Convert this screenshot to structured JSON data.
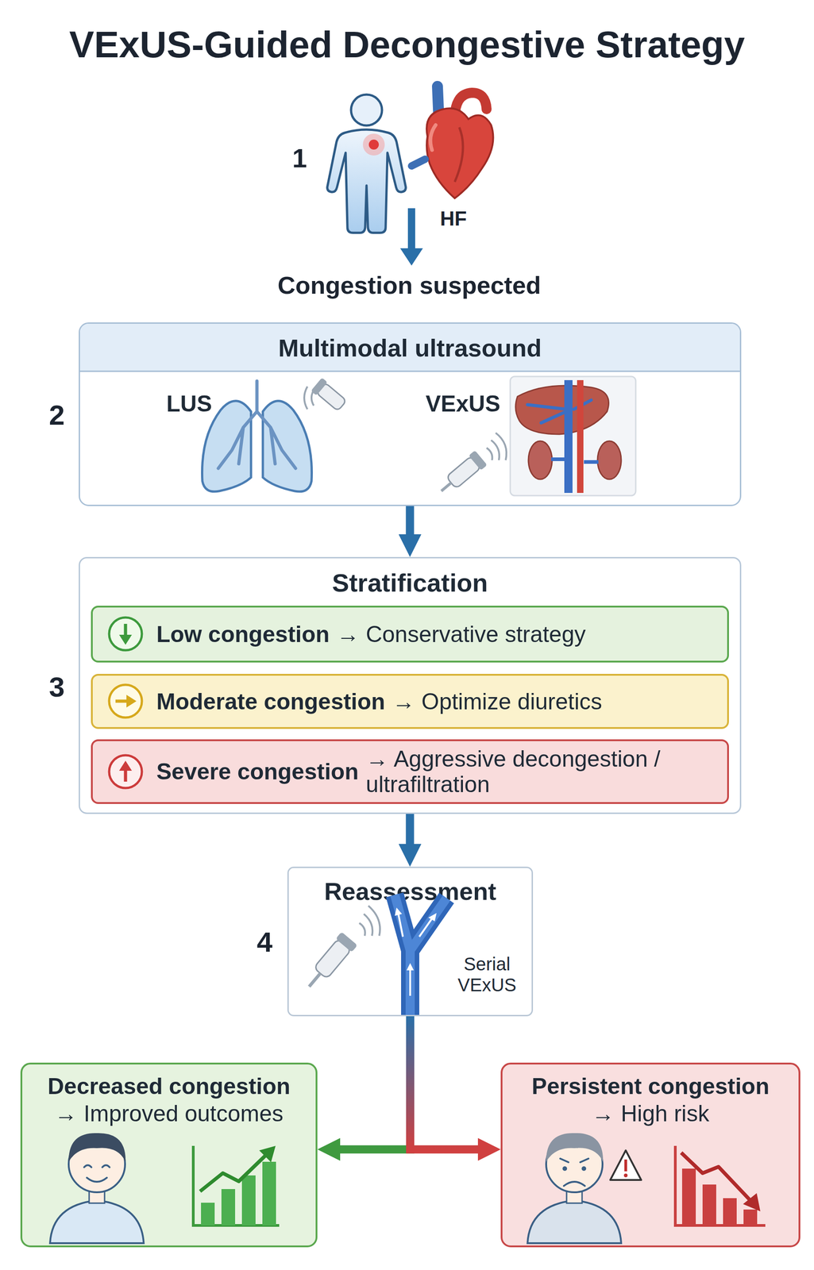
{
  "diagram": {
    "title": "VExUS-Guided Decongestive Strategy",
    "nodes": [
      {
        "text": [
          "Multimodal ultrasound",
          "LUS",
          "VExUS"
        ]
      },
      {
        "text": [
          "Stratification"
        ]
      },
      {
        "text": [
          "Low congestion",
          "→ Conservative strategy"
        ],
        "in": 1
      },
      {
        "text": [
          "Moderate congestion",
          "→ Optimize diuretics"
        ],
        "in": 1
      },
      {
        "text": [
          "Severe congestion",
          "→ Aggressive decongestion / ultrafiltration"
        ],
        "in": 1
      },
      {
        "text": [
          "Reassessment",
          "Serial VExUS"
        ]
      },
      {
        "text": [
          "Decreased congestion",
          "→ Improved outcomes"
        ]
      },
      {
        "text": [
          "Persistent congestion",
          "→ High risk"
        ]
      }
    ],
    "edges": [
      {
        "from": 0,
        "to": 1,
        "arrow": "to"
      },
      {
        "from": 1,
        "to": 5,
        "arrow": "to"
      },
      {
        "from": 5,
        "to": 6,
        "arrow": "to"
      },
      {
        "from": 5,
        "to": 7,
        "arrow": "to"
      }
    ],
    "labels": [
      "1",
      "HF",
      "Congestion suspected",
      "2",
      "3",
      "4"
    ]
  }
}
